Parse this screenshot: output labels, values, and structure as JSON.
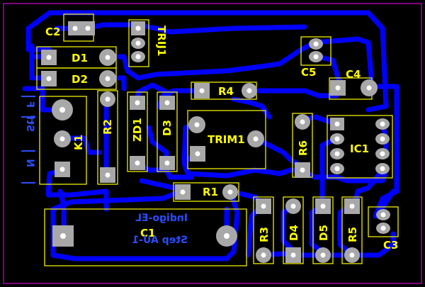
{
  "board": {
    "colors": {
      "background": "#000000",
      "trace": "#0000ff",
      "silk": "#ffff00",
      "pad": "#a8a8a8",
      "hole": "#ffffff",
      "border": "#ff00ff"
    }
  },
  "components": {
    "c2": "C2",
    "trij1": "TRIJ1",
    "d1": "D1",
    "d2": "D2",
    "c5": "C5",
    "c4": "C4",
    "r4": "R4",
    "r2": "R2",
    "zd1": "ZD1",
    "d3": "D3",
    "trim1": "TRIM1",
    "r6": "R6",
    "ic1": "IC1",
    "k1": "K1",
    "r1": "R1",
    "c1": "C1",
    "r3": "R3",
    "d4": "D4",
    "d5": "D5",
    "r5": "R5",
    "c3": "C3"
  },
  "mirrored_text": {
    "line1": "Indigo-EL",
    "line2": "Step AU-1",
    "side_f": "F",
    "side_stf": "Stf",
    "side_n": "N"
  }
}
